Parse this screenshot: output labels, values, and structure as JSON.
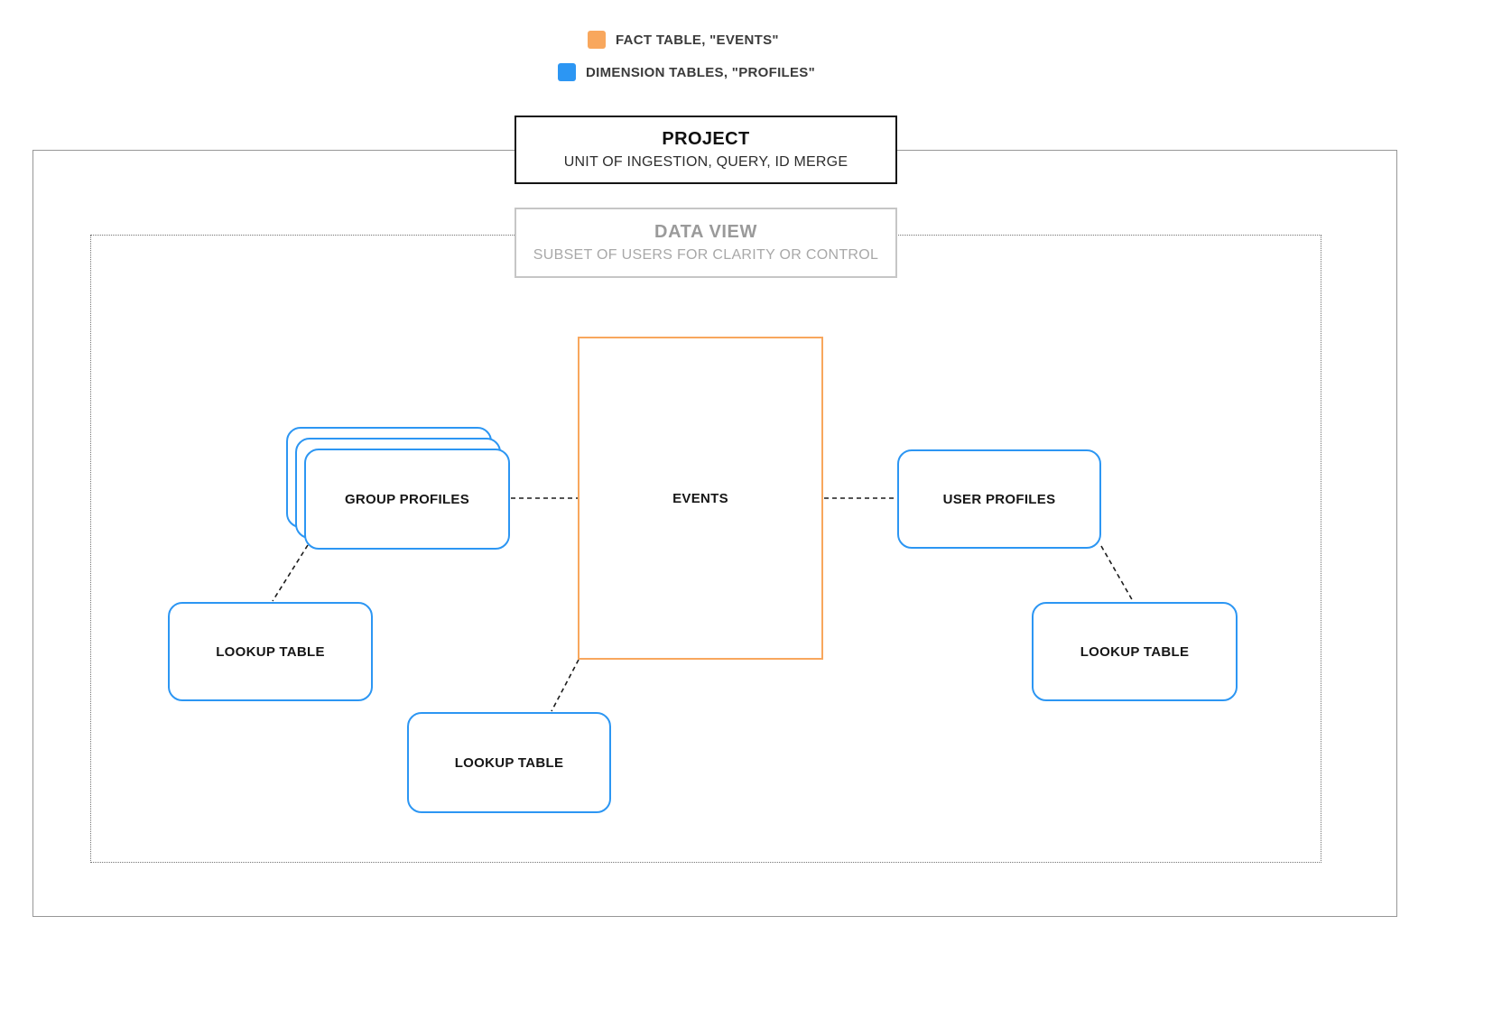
{
  "legend": {
    "fact": {
      "label": "FACT TABLE, \"EVENTS\"",
      "color": "#F8A75D"
    },
    "dimension": {
      "label": "DIMENSION TABLES, \"PROFILES\"",
      "color": "#2C96F3"
    }
  },
  "project": {
    "title": "PROJECT",
    "subtitle": "UNIT OF INGESTION, QUERY, ID MERGE"
  },
  "data_view": {
    "title": "DATA VIEW",
    "subtitle": "SUBSET OF USERS FOR CLARITY OR CONTROL"
  },
  "nodes": {
    "events": {
      "label": "EVENTS"
    },
    "group_profiles": {
      "label": "GROUP PROFILES"
    },
    "user_profiles": {
      "label": "USER PROFILES"
    },
    "lookup_left": {
      "label": "LOOKUP TABLE"
    },
    "lookup_center": {
      "label": "LOOKUP TABLE"
    },
    "lookup_right": {
      "label": "LOOKUP TABLE"
    }
  },
  "edges": [
    {
      "from": "GROUP PROFILES",
      "to": "EVENTS",
      "style": "dashed"
    },
    {
      "from": "EVENTS",
      "to": "USER PROFILES",
      "style": "dashed"
    },
    {
      "from": "GROUP PROFILES",
      "to": "LOOKUP TABLE (left)",
      "style": "dashed"
    },
    {
      "from": "EVENTS",
      "to": "LOOKUP TABLE (bottom)",
      "style": "dashed"
    },
    {
      "from": "USER PROFILES",
      "to": "LOOKUP TABLE (right)",
      "style": "dashed"
    }
  ],
  "colors": {
    "fact_border": "#F8A75D",
    "dimension_border": "#2C96F3",
    "project_border": "#141414",
    "boundary_gray": "#979797"
  }
}
